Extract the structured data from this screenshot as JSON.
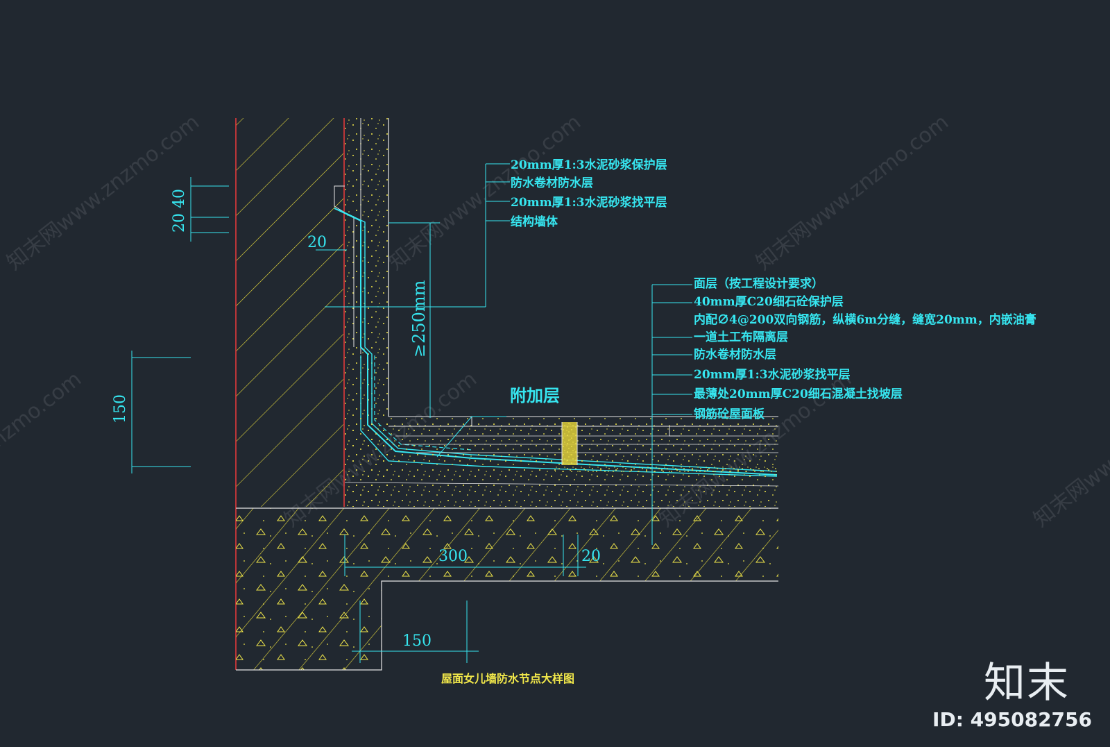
{
  "title": "屋面女儿墙防水节点大样图",
  "wall_labels": [
    "20mm厚1:3水泥砂浆保护层",
    "防水卷材防水层",
    "20mm厚1:3水泥砂浆找平层",
    "结构墙体"
  ],
  "roof_labels": [
    "面层（按工程设计要求）",
    "40mm厚C20细石砼保护层",
    "内配∅4@200双向钢筋，纵横6m分缝，缝宽20mm，内嵌油膏",
    "一道土工布隔离层",
    "防水卷材防水层",
    "20mm厚1:3水泥砂浆找平层",
    "最薄处20mm厚C20细石混凝土找坡层",
    "钢筋砼屋面板"
  ],
  "extra_label": "附加层",
  "dimensions": {
    "d40": "40",
    "d20_top": "20",
    "d20_left": "20",
    "d150_left": "150",
    "d250": "≥250mm",
    "d300": "300",
    "d20_bottom": "20",
    "d150_bottom": "150"
  },
  "watermark": {
    "text": "知末网www.znzmo.com",
    "brand": "知末",
    "id": "ID: 495082756"
  },
  "colors": {
    "background": "#212830",
    "cyan": "#36e6f0",
    "yellow": "#f2e84a",
    "white": "#e6e6e6",
    "red": "#e23a3a"
  }
}
